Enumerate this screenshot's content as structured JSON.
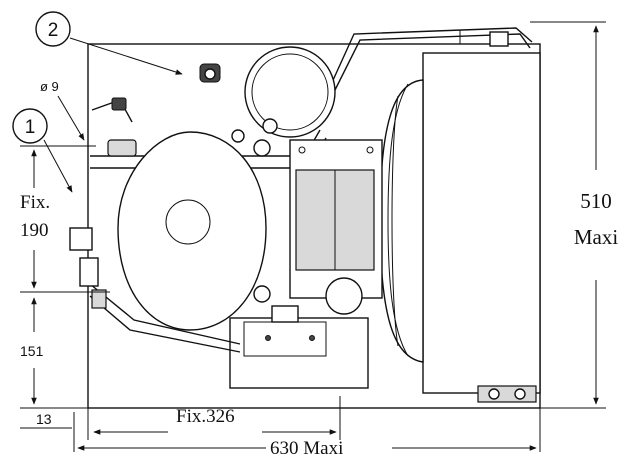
{
  "callouts": [
    {
      "number": "2"
    },
    {
      "number": "1"
    }
  ],
  "dimensions": {
    "diameter": "ø 9",
    "fix_vertical_line1": "Fix.",
    "fix_vertical_line2": "190",
    "height_line1": "510",
    "height_line2": "Maxi",
    "lower_height": "151",
    "offset": "13",
    "fix_horizontal": "Fix.326",
    "width": "630 Maxi"
  }
}
